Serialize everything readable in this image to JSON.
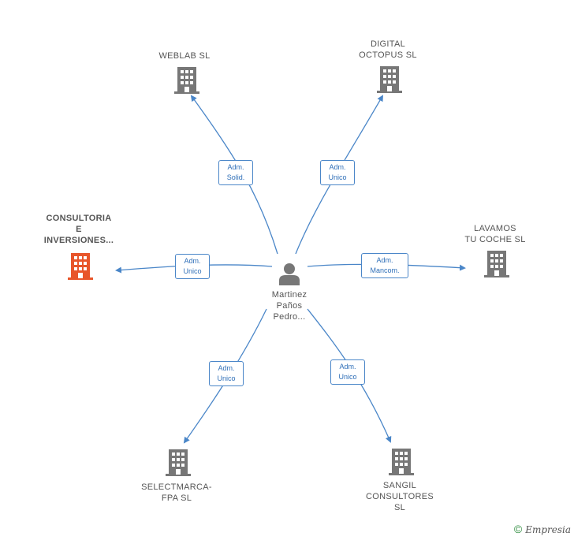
{
  "colors": {
    "edge": "#4a86c8",
    "company": "#777777",
    "highlight": "#e8552a",
    "person": "#777777"
  },
  "center": {
    "name_lines": [
      "Martinez",
      "Paños",
      "Pedro..."
    ],
    "icon": "person-icon"
  },
  "companies": [
    {
      "key": "weblab",
      "lines": [
        "WEBLAB  SL"
      ],
      "icon": "building-icon"
    },
    {
      "key": "digital",
      "lines": [
        "DIGITAL",
        "OCTOPUS  SL"
      ],
      "icon": "building-icon"
    },
    {
      "key": "consultoria",
      "lines": [
        "CONSULTORIA",
        "E",
        "INVERSIONES..."
      ],
      "icon": "building-icon",
      "highlight": true
    },
    {
      "key": "lavamos",
      "lines": [
        "LAVAMOS",
        "TU COCHE  SL"
      ],
      "icon": "building-icon"
    },
    {
      "key": "selectmarca",
      "lines": [
        "SELECTMARCA-",
        "FPA  SL"
      ],
      "icon": "building-icon"
    },
    {
      "key": "sangil",
      "lines": [
        "SANGIL",
        "CONSULTORES",
        "SL"
      ],
      "icon": "building-icon"
    }
  ],
  "relations": {
    "weblab": [
      "Adm.",
      "Solid."
    ],
    "digital": [
      "Adm.",
      "Unico"
    ],
    "consultoria": [
      "Adm.",
      "Unico"
    ],
    "lavamos": [
      "Adm.",
      "Mancom."
    ],
    "selectmarca": [
      "Adm.",
      "Unico"
    ],
    "sangil": [
      "Adm.",
      "Unico"
    ]
  },
  "footer": {
    "copyright_symbol": "©",
    "brand": "Empresia"
  }
}
